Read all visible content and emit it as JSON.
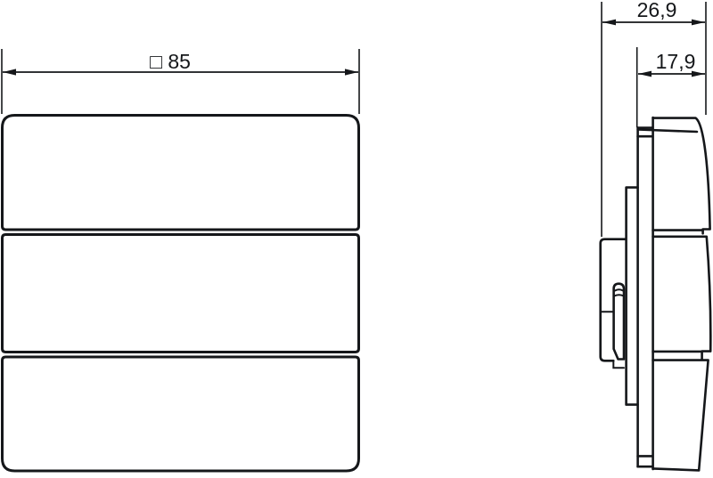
{
  "dimensions": {
    "front_width": {
      "label": "□ 85"
    },
    "side_total_depth": {
      "label": "26,9"
    },
    "side_front_depth": {
      "label": "17,9"
    }
  },
  "colors": {
    "background": "#ffffff",
    "lines": "#15171a"
  }
}
